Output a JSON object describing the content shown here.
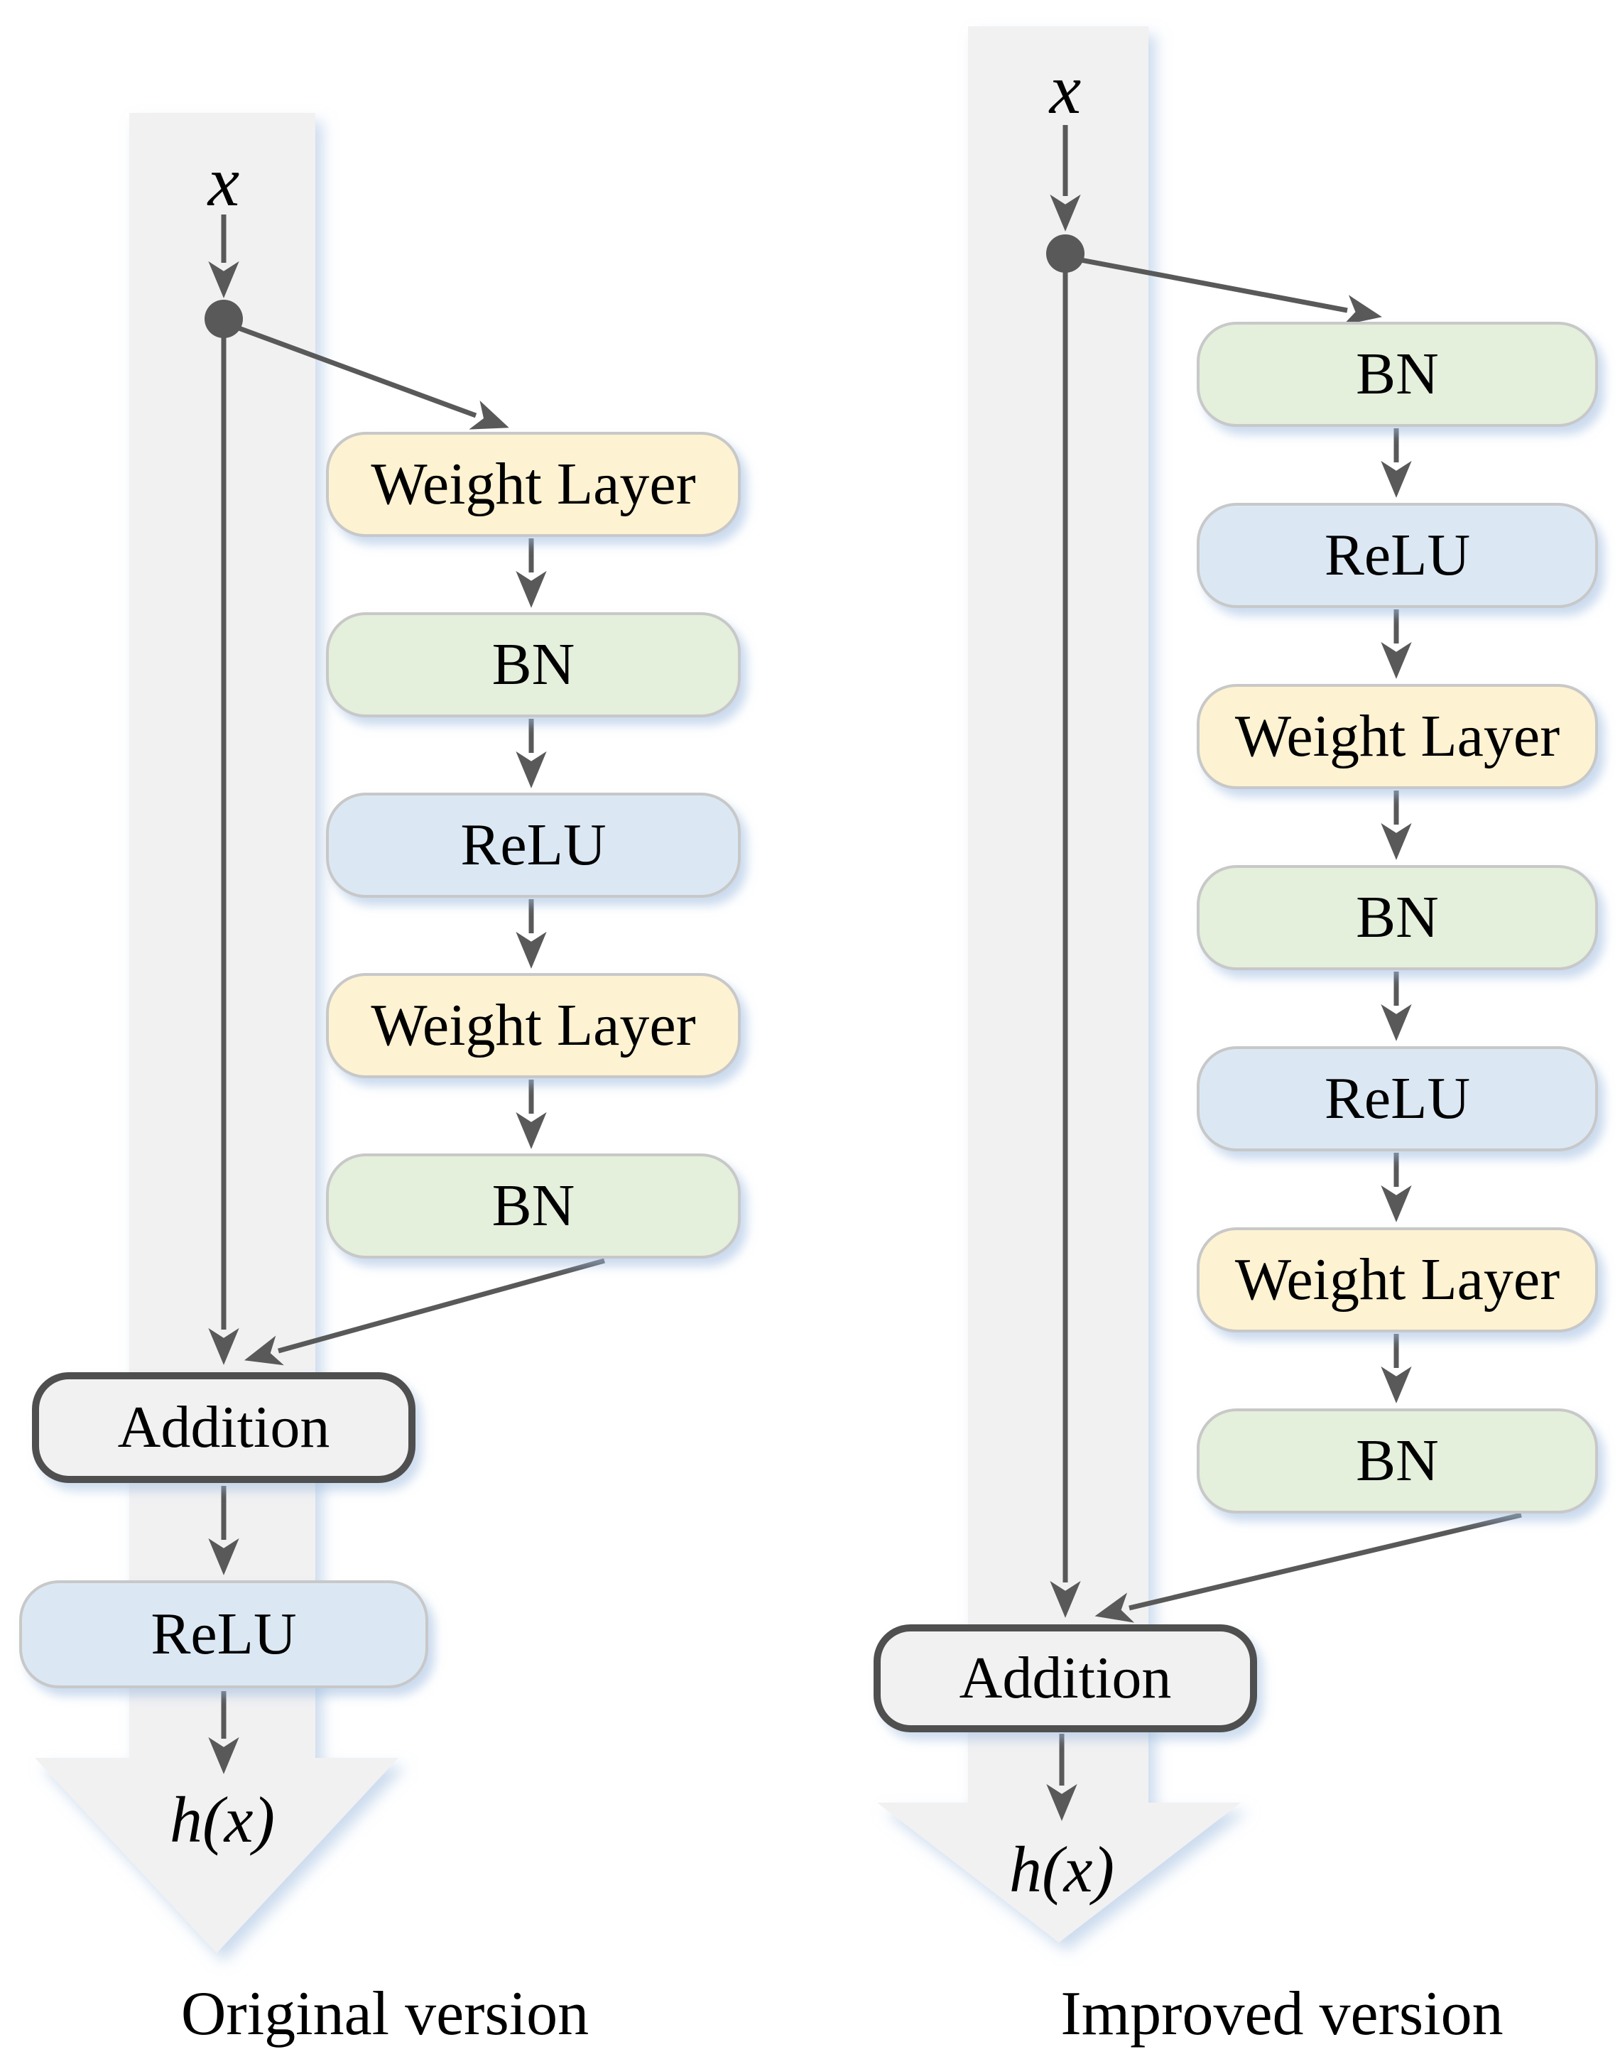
{
  "diagrams": [
    {
      "id": "original",
      "input_label": "x",
      "output_label": "h(x)",
      "caption": "Original version",
      "addition_label": "Addition",
      "branch_blocks": [
        {
          "label": "Weight Layer",
          "type": "weight"
        },
        {
          "label": "BN",
          "type": "bn"
        },
        {
          "label": "ReLU",
          "type": "relu"
        },
        {
          "label": "Weight Layer",
          "type": "weight"
        },
        {
          "label": "BN",
          "type": "bn"
        }
      ],
      "post_blocks": [
        {
          "label": "ReLU",
          "type": "relu"
        }
      ]
    },
    {
      "id": "improved",
      "input_label": "x",
      "output_label": "h(x)",
      "caption": "Improved version",
      "addition_label": "Addition",
      "branch_blocks": [
        {
          "label": "BN",
          "type": "bn"
        },
        {
          "label": "ReLU",
          "type": "relu"
        },
        {
          "label": "Weight Layer",
          "type": "weight"
        },
        {
          "label": "BN",
          "type": "bn"
        },
        {
          "label": "ReLU",
          "type": "relu"
        },
        {
          "label": "Weight Layer",
          "type": "weight"
        },
        {
          "label": "BN",
          "type": "bn"
        }
      ],
      "post_blocks": []
    }
  ],
  "colors": {
    "weight_fill": "#fdf2d2",
    "bn_fill": "#e4efdc",
    "relu_fill": "#dbe8f4",
    "block_border": "#c8c8c8",
    "addition_fill": "#f1f1f1",
    "addition_border": "#4f4f4f",
    "connector": "#595959",
    "flow_arrow_fill": "#f1f1f2",
    "text": "#000000"
  }
}
